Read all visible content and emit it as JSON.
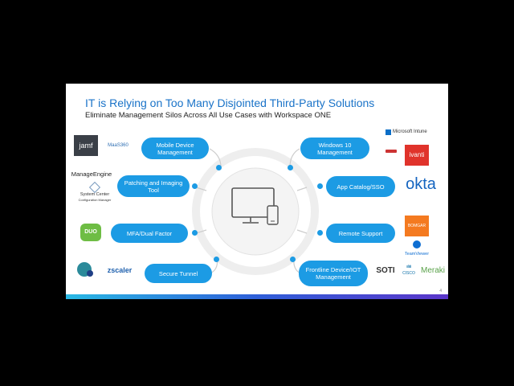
{
  "slide": {
    "title": "IT is Relying on Too Many Disjointed Third-Party Solutions",
    "subtitle": "Eliminate Management Silos Across All Use Cases with Workspace ONE",
    "page_number": "4"
  },
  "left_items": [
    {
      "label": "Mobile Device Management"
    },
    {
      "label": "Patching and Imaging Tool"
    },
    {
      "label": "MFA/Dual Factor"
    },
    {
      "label": "Secure Tunnel"
    }
  ],
  "right_items": [
    {
      "label": "Windows 10 Management"
    },
    {
      "label": "App Catalog/SSO"
    },
    {
      "label": "Remote Support"
    },
    {
      "label": "Frontline Device/IOT Management"
    }
  ],
  "logos": {
    "jamf": "jamf",
    "maas360": "MaaS360",
    "manageengine": "ManageEngine",
    "system_center": "System Center",
    "system_center_sub": "Configuration Manager",
    "duo": "DUO",
    "zscaler": "zscaler",
    "microsoft_intune": "Microsoft Intune",
    "ivanti": "ivanti",
    "okta": "okta",
    "bomgar": "BOMGAR",
    "teamviewer": "TeamViewer",
    "soti": "SOTI",
    "cisco": "CISCO",
    "meraki": "Meraki"
  },
  "colors": {
    "accent": "#1c9be4",
    "title": "#1a73c8",
    "ring": "#eeeeee"
  }
}
